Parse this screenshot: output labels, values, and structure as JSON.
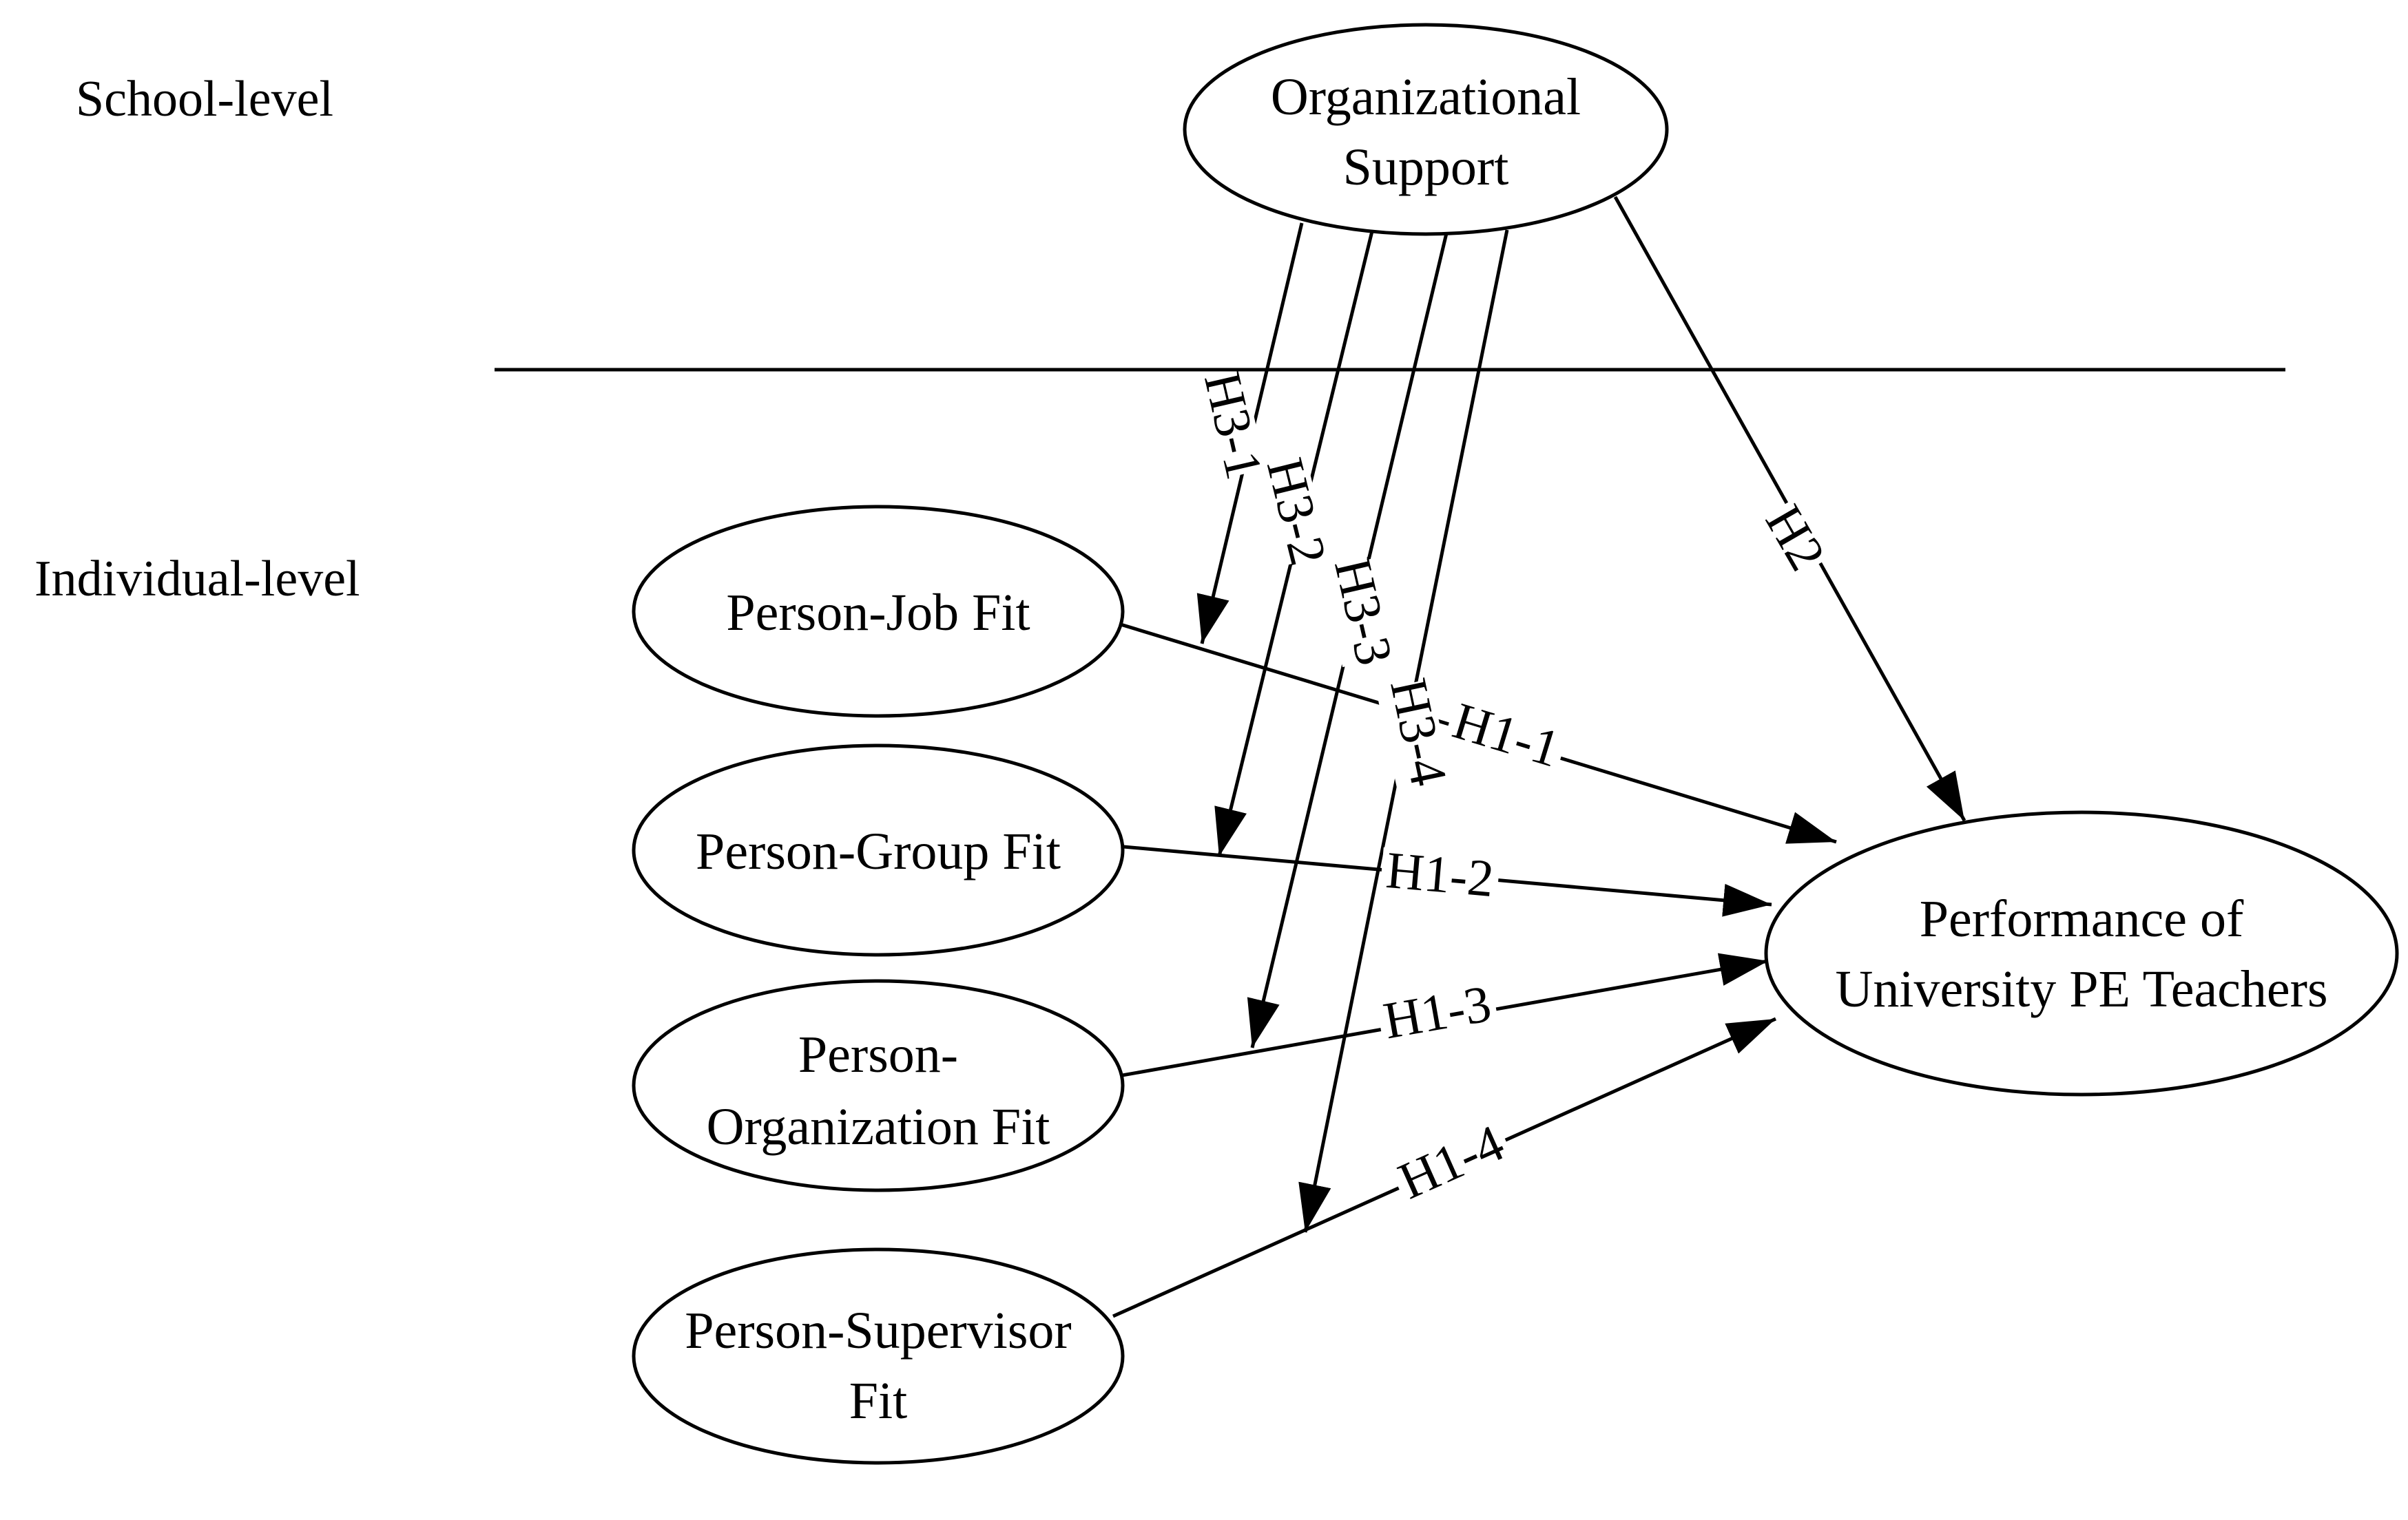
{
  "levels": {
    "school": "School-level",
    "individual": "Individual-level"
  },
  "nodes": {
    "org_support": [
      "Organizational",
      "Support"
    ],
    "pj_fit": [
      "Person-Job Fit"
    ],
    "pg_fit": [
      "Person-Group Fit"
    ],
    "po_fit": [
      "Person-",
      "Organization Fit"
    ],
    "ps_fit": [
      "Person-Supervisor",
      "Fit"
    ],
    "performance": [
      "Performance of",
      "University PE Teachers"
    ]
  },
  "edges": {
    "h1_1": "H1-1",
    "h1_2": "H1-2",
    "h1_3": "H1-3",
    "h1_4": "H1-4",
    "h2": "H2",
    "h3_1": "H3-1",
    "h3_2": "H3-2",
    "h3_3": "H3-3",
    "h3_4": "H3-4"
  }
}
